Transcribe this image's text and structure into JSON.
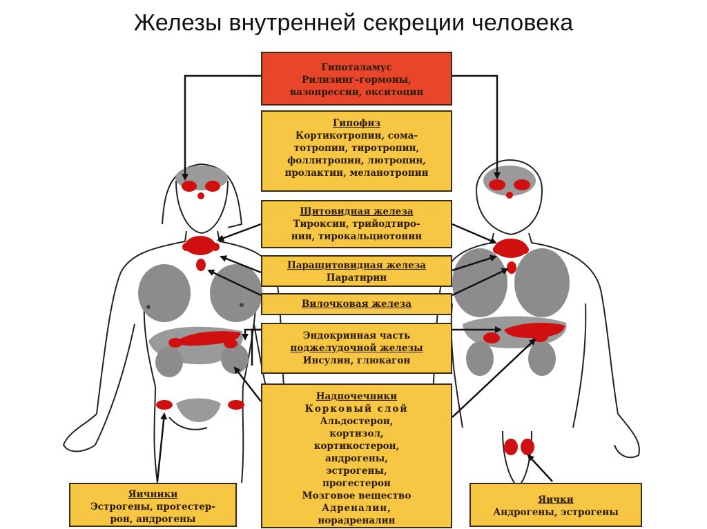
{
  "title": "Железы внутренней секреции человека",
  "colors": {
    "box_gold": "#f7c744",
    "box_red": "#e8452a",
    "gland": "#d01010",
    "organ": "#8a8a8a"
  },
  "boxes": {
    "hypothalamus": {
      "heading": "Гипоталамус",
      "lines": [
        "Рилизинг–гормоны,",
        "вазопрессин, окситоцин"
      ]
    },
    "pituitary": {
      "heading": "Гипофиз",
      "lines": [
        "Кортикотропин, сома-",
        "тотропин, тиротропин,",
        "фоллитропин, лютропин,",
        "пролактин, меланотропин"
      ]
    },
    "thyroid": {
      "heading": "Щитовидная железа",
      "lines": [
        "Тироксин, трийодтиро-",
        "нин, тирокальциотонин"
      ]
    },
    "parathyroid": {
      "heading": "Паращитовидная железа",
      "lines": [
        "Паратирин"
      ]
    },
    "thymus": {
      "heading": "Вилочковая железа",
      "lines": []
    },
    "pancreas": {
      "heading": "Эндокринная часть",
      "heading2": "поджелудочной железы",
      "lines": [
        "Инсулин, глюкагон"
      ]
    },
    "adrenal": {
      "heading": "Надпочечники",
      "lines": [
        "Корковый слой",
        "Альдостерон,",
        "кортизол,",
        "кортикостерон,",
        "андрогены,",
        "эстрогены,",
        "прогестерон",
        "Мозговое вещество",
        "Адреналин,",
        "норадреналин"
      ]
    },
    "ovaries": {
      "heading": "Яичники",
      "lines": [
        "Эстрогены, прогестер-",
        "рон, андрогены"
      ]
    },
    "testes": {
      "heading": "Яички",
      "lines": [
        "Андрогены, эстрогены"
      ]
    }
  }
}
